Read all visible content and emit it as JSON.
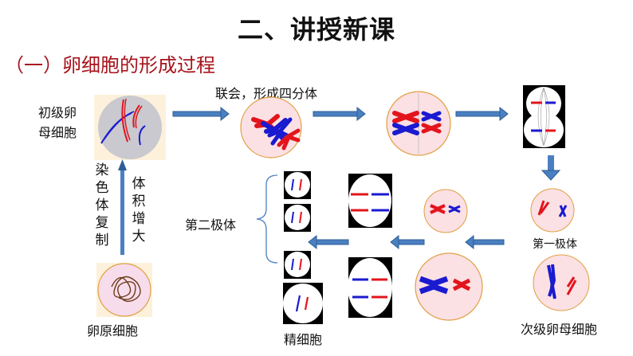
{
  "header": {
    "title": "二、讲授新课",
    "subtitle": "（一）卵细胞的形成过程"
  },
  "labels": {
    "primary_oocyte": [
      "初级卵",
      "母细胞"
    ],
    "oogonium": "卵原细胞",
    "chromosome_replication": "染色体复制",
    "volume_increase": "体积增大",
    "synapsis": "联会，形成四分体",
    "first_polar_body": "第一极体",
    "secondary_oocyte": "次级卵母细胞",
    "second_polar_body": "第二极体",
    "egg_cell": "精细胞"
  },
  "colors": {
    "arrow": "#4a7fc1",
    "arrow_outline": "#2e5d95",
    "chromosome_red": "#e3141c",
    "chromosome_blue": "#1a1ad0",
    "cell_pink": "#fbe0e4",
    "cell_border": "#e0a040",
    "title_red": "#a8131c"
  }
}
